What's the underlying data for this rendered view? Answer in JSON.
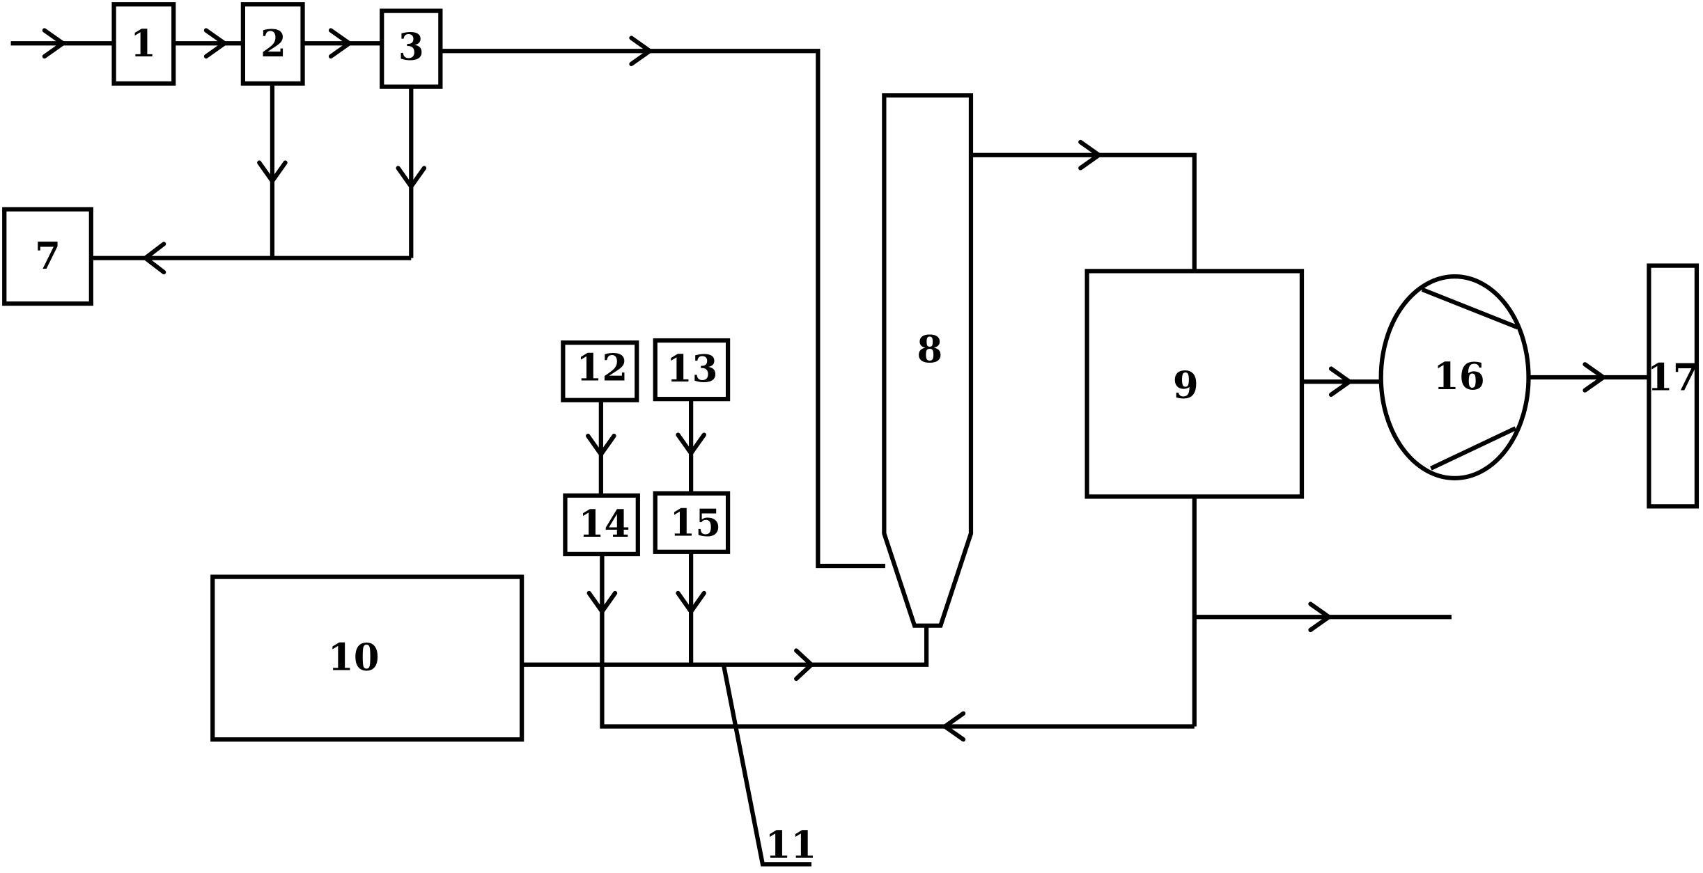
{
  "labels": {
    "n1": "1",
    "n2": "2",
    "n3": "3",
    "n7": "7",
    "n8": "8",
    "n9": "9",
    "n10": "10",
    "n11": "11",
    "n12": "12",
    "n13": "13",
    "n14": "14",
    "n15": "15",
    "n16": "16",
    "n17": "17"
  }
}
